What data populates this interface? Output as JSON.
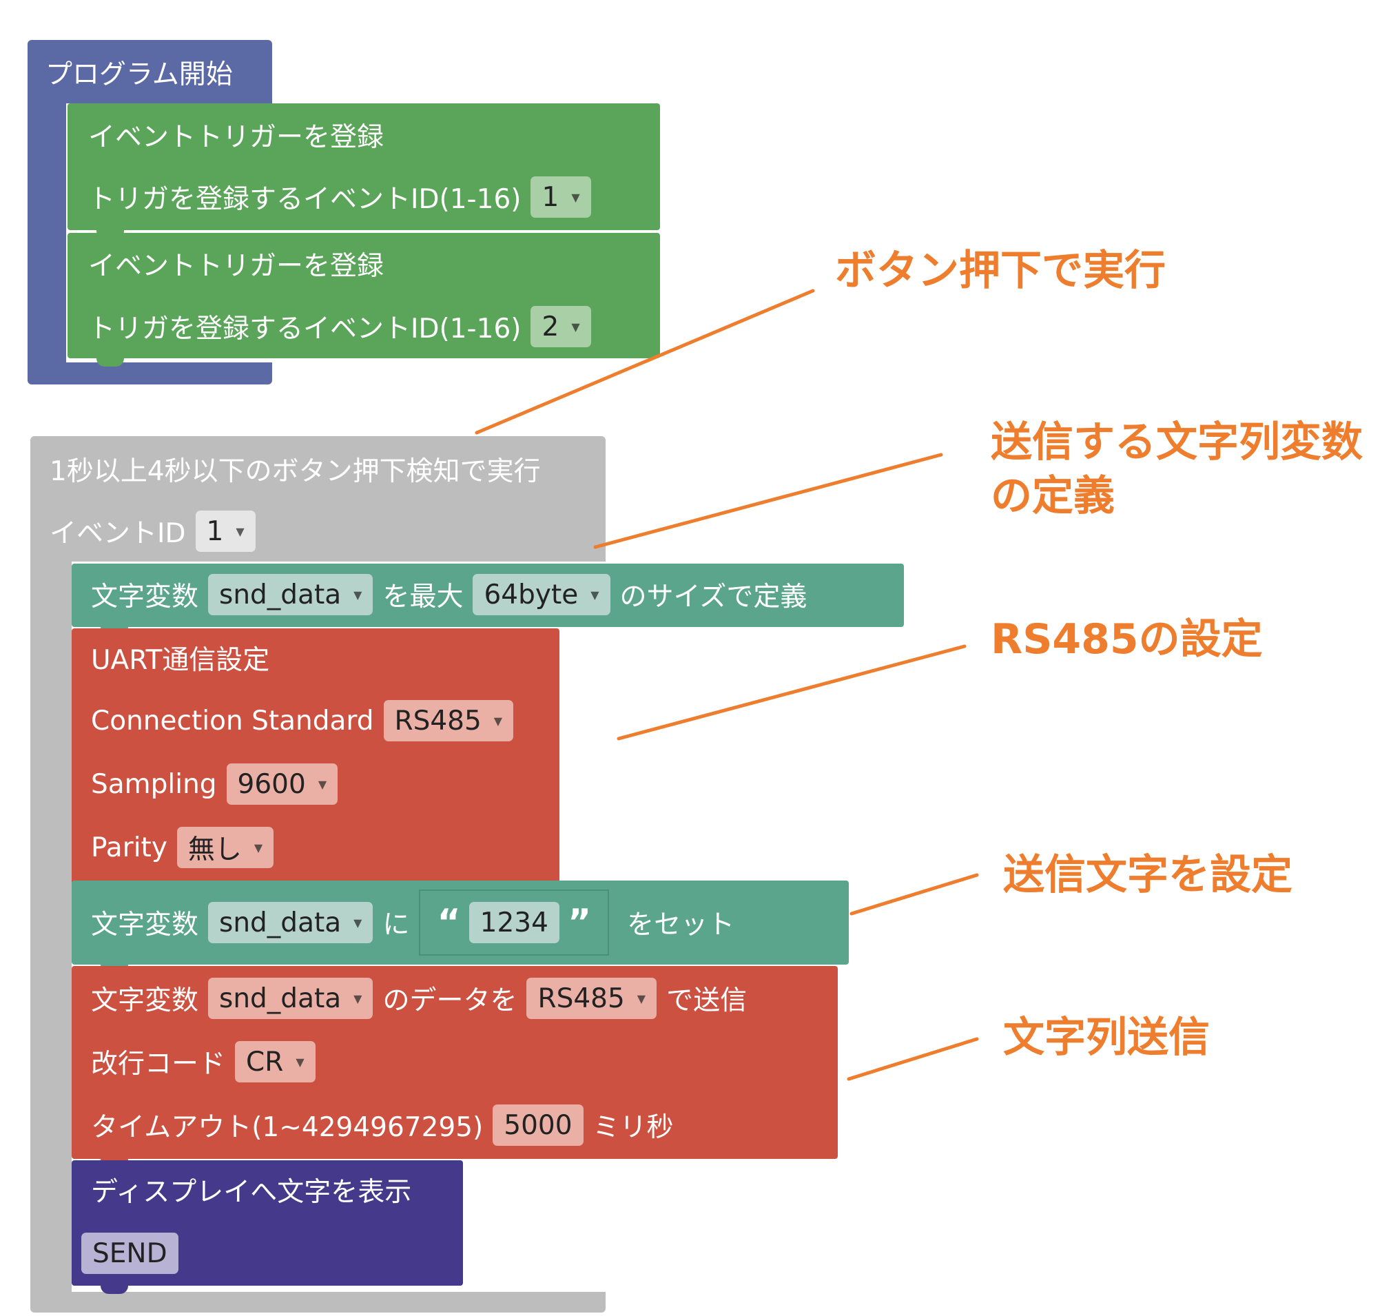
{
  "colors": {
    "program_block": "#5b69a5",
    "trigger_block": "#5ba55b",
    "event_block": "#bdbdbd",
    "string_var_block": "#5ba58c",
    "uart_block": "#cd5141",
    "display_block": "#44398a",
    "annotation": "#ee7d2d"
  },
  "program": {
    "title": "プログラム開始",
    "triggers": [
      {
        "title": "イベントトリガーを登録",
        "label": "トリガを登録するイベントID(1-16)",
        "value": "1"
      },
      {
        "title": "イベントトリガーを登録",
        "label": "トリガを登録するイベントID(1-16)",
        "value": "2"
      }
    ]
  },
  "event": {
    "title": "1秒以上4秒以下のボタン押下検知で実行",
    "id_label": "イベントID",
    "id_value": "1"
  },
  "define_var": {
    "label1": "文字変数",
    "var": "snd_data",
    "label2": "を最大",
    "size": "64byte",
    "label3": "のサイズで定義"
  },
  "uart": {
    "title": "UART通信設定",
    "conn_label": "Connection Standard",
    "conn_value": "RS485",
    "sampling_label": "Sampling",
    "sampling_value": "9600",
    "parity_label": "Parity",
    "parity_value": "無し"
  },
  "set_var": {
    "label1": "文字変数",
    "var": "snd_data",
    "label2": "に",
    "open_quote": "“",
    "text": "1234",
    "close_quote": "”",
    "label3": "をセット"
  },
  "send": {
    "label1": "文字変数",
    "var": "snd_data",
    "label2": "のデータを",
    "target": "RS485",
    "label3": "で送信",
    "newline_label": "改行コード",
    "newline_value": "CR",
    "timeout_label": "タイムアウト(1~4294967295)",
    "timeout_value": "5000",
    "timeout_unit": "ミリ秒"
  },
  "display": {
    "title": "ディスプレイへ文字を表示",
    "text": "SEND"
  },
  "annotations": {
    "button_press": "ボタン押下で実行",
    "var_def_1": "送信する文字列変数",
    "var_def_2": "の定義",
    "rs485": "RS485の設定",
    "set_text": "送信文字を設定",
    "send_str": "文字列送信"
  }
}
